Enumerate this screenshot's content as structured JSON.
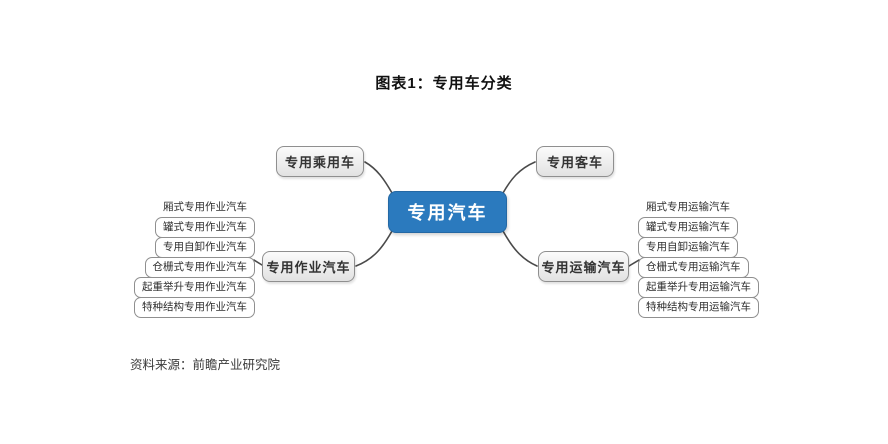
{
  "title": "图表1：专用车分类",
  "source_note": "资料来源：前瞻产业研究院",
  "colors": {
    "center_bg": "#2b7abe",
    "center_text": "#ffffff",
    "node_border": "#8f8f8f",
    "node_text": "#333333",
    "line": "#4a4a4a"
  },
  "mindmap": {
    "center": {
      "label": "专用汽车"
    },
    "branches": [
      {
        "label": "专用乘用车",
        "children": []
      },
      {
        "label": "专用客车",
        "children": []
      },
      {
        "label": "专用作业汽车",
        "children": [
          "厢式专用作业汽车",
          "罐式专用作业汽车",
          "专用自卸作业汽车",
          "仓栅式专用作业汽车",
          "起重举升专用作业汽车",
          "特种结构专用作业汽车"
        ]
      },
      {
        "label": "专用运输汽车",
        "children": [
          "厢式专用运输汽车",
          "罐式专用运输汽车",
          "专用自卸运输汽车",
          "仓栅式专用运输汽车",
          "起重举升专用运输汽车",
          "特种结构专用运输汽车"
        ]
      }
    ]
  }
}
